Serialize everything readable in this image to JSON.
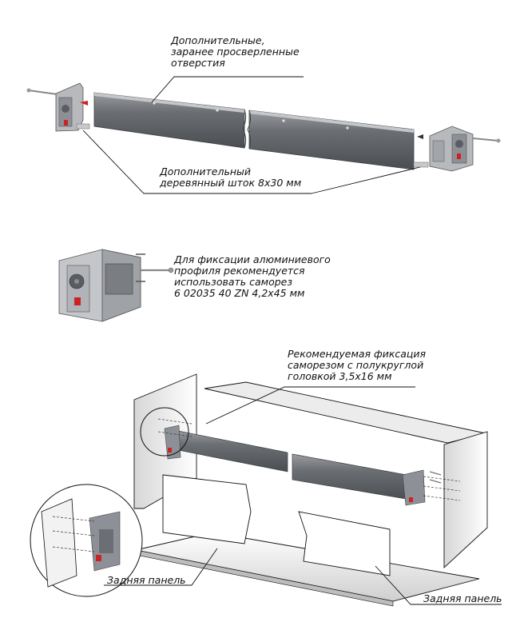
{
  "annotations": {
    "holes_label": "Дополнительные,\nзаранее просверленные\nотверстия",
    "dowel_label": "Дополнительный\nдеревянный шток 8x30 мм",
    "screw_alu_label": "Для фиксации алюминиевого\nпрофиля рекомендуется\nиспользовать саморез\n6 02035 40 ZN 4,2x45 мм",
    "screw_recommended_label": "Рекомендуемая фиксация\nсаморезом с полукруглой\nголовкой 3,5x16 мм",
    "back_panel_left": "Задняя панель",
    "back_panel_right": "Задняя панель"
  },
  "colors": {
    "rail": "#6b6e73",
    "rail_dark": "#45484c",
    "bracket": "#8d9096",
    "accent_red": "#cc2222",
    "line": "#111111",
    "panel_fill": "#ffffff",
    "panel_shadow": "#d9d9d9"
  }
}
